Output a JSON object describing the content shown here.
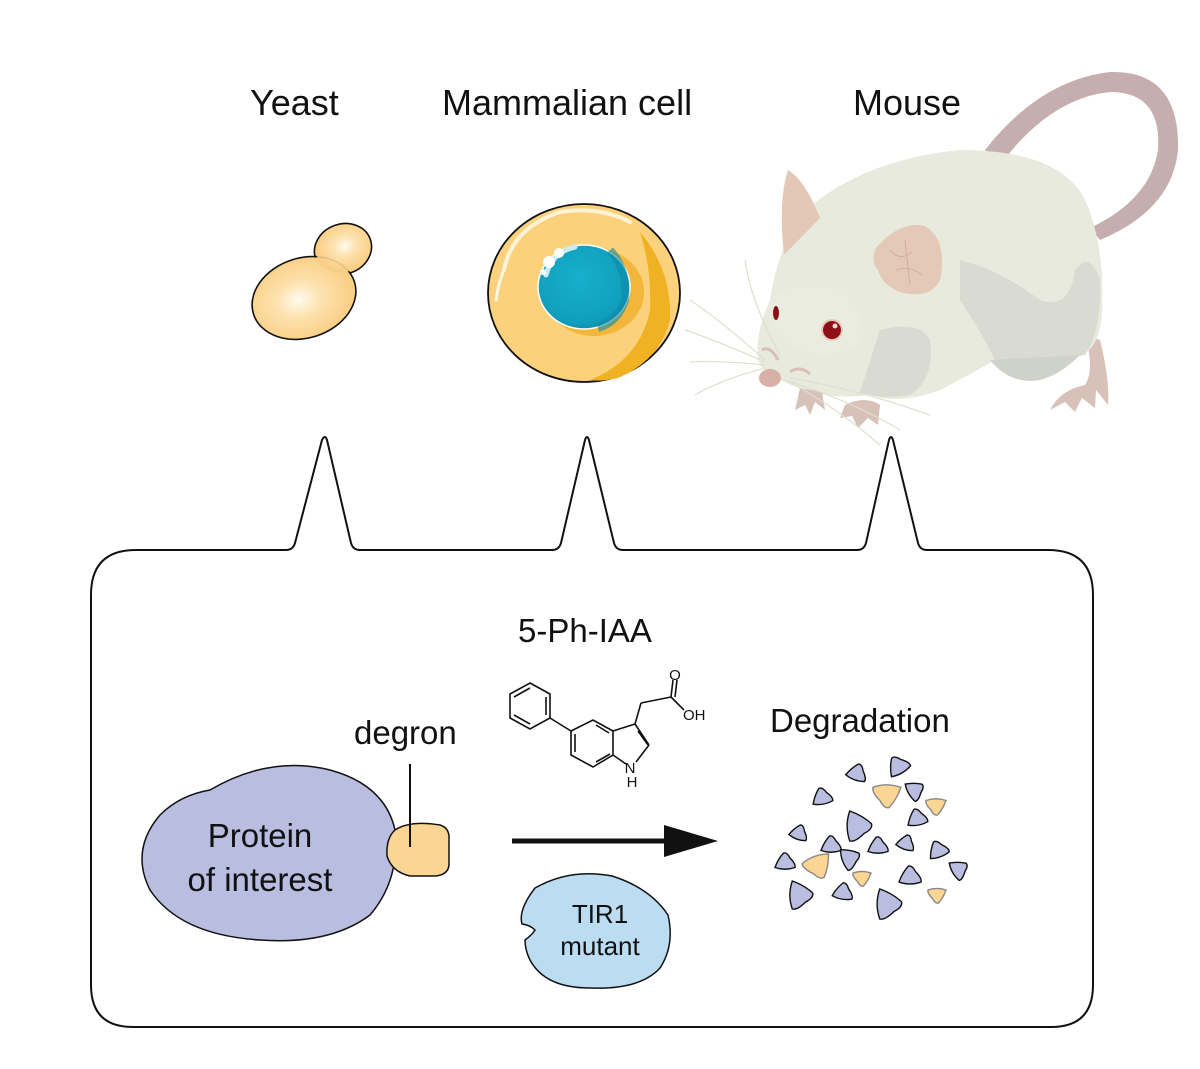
{
  "organisms": [
    {
      "name": "yeast",
      "label": "Yeast"
    },
    {
      "name": "mammalian-cell",
      "label": "Mammalian cell"
    },
    {
      "name": "mouse",
      "label": "Mouse"
    }
  ],
  "panel": {
    "compound_label": "5-Ph-IAA",
    "structure_atoms": {
      "oh": "OH",
      "o": "O",
      "nh_n": "N",
      "nh_h": "H"
    },
    "protein": {
      "line1": "Protein",
      "line2": "of interest"
    },
    "degron_label": "degron",
    "receptor": {
      "line1": "TIR1",
      "line2": "mutant"
    },
    "outcome_label": "Degradation",
    "fragments": {
      "protein_count": 21,
      "degron_count": 6
    }
  },
  "colors": {
    "yeast_fill": "#fbcf83",
    "cell_fill": "#fbd27b",
    "cell_edge": "#f0b122",
    "nucleus": "#14a8c4",
    "protein_fill": "#b9bde0",
    "degron_fill": "#fbd593",
    "tir1_fill": "#bcdcf2",
    "mouse_body": "#e7eadc",
    "mouse_shade": "#d9dbd2",
    "mouse_pink": "#d8c1b8",
    "mouse_tail": "#c6aeae",
    "mouse_eye": "#8c1016",
    "outline": "#111111"
  }
}
